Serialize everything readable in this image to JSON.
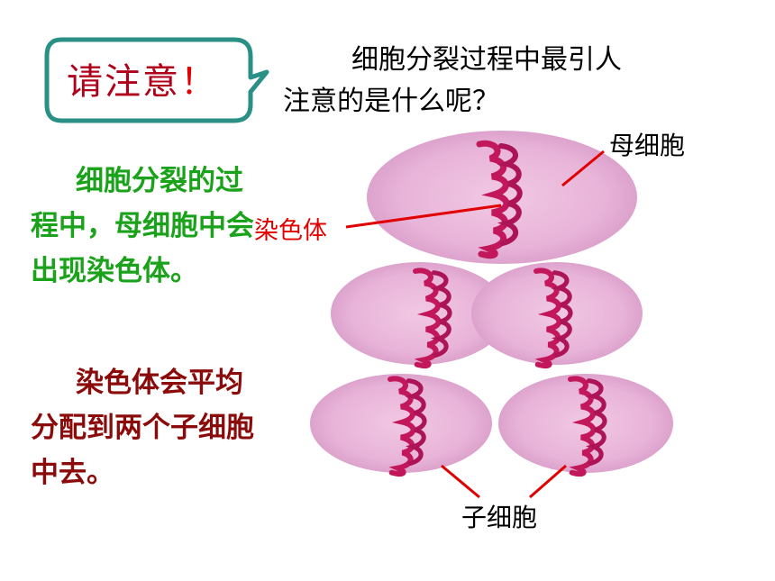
{
  "callout": {
    "text": "请注意",
    "exclaim": "！"
  },
  "question": {
    "line1": "细胞分裂过程中最引人",
    "line2": "注意的是什么呢？"
  },
  "paragraphs": {
    "p1": "细胞分裂的过程中，母细胞中会出现染色体。",
    "p2": "染色体会平均分配到两个子细胞中去。"
  },
  "labels": {
    "mother_cell": "母细胞",
    "chromosome": "染色体",
    "daughter_cells": "子细胞"
  },
  "colors": {
    "callout_border": "#2a8f85",
    "callout_text": "#b0001a",
    "green_text": "#1aa31a",
    "dark_red_text": "#8b0a0a",
    "label_red": "#e00000",
    "cell_fill": "#e8b3d8",
    "chromosome": "#c2185b"
  }
}
